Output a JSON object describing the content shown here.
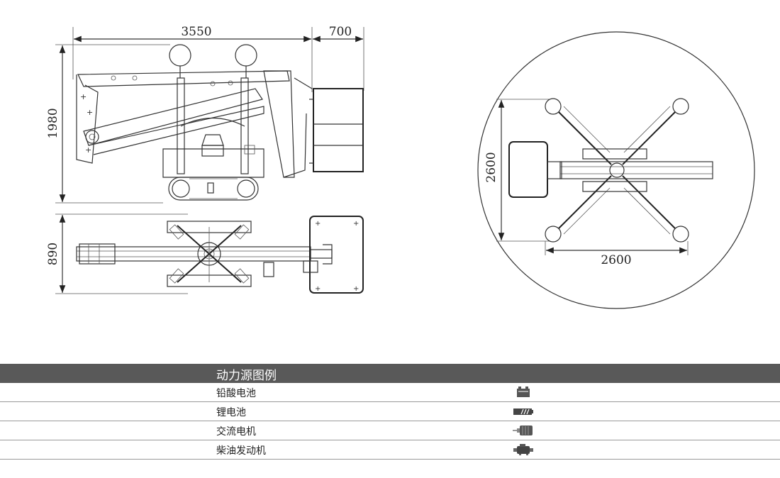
{
  "dimensions": {
    "side_length": "3550",
    "side_platform": "700",
    "side_height": "1980",
    "top_width": "890",
    "footprint_vertical": "2600",
    "footprint_horizontal": "2600"
  },
  "legend": {
    "title": "动力源图例",
    "rows": [
      {
        "label": "铅酸电池",
        "icon": "lead-acid-battery-icon"
      },
      {
        "label": "锂电池",
        "icon": "lithium-battery-icon"
      },
      {
        "label": "交流电机",
        "icon": "ac-motor-icon"
      },
      {
        "label": "柴油发动机",
        "icon": "diesel-engine-icon"
      }
    ]
  }
}
